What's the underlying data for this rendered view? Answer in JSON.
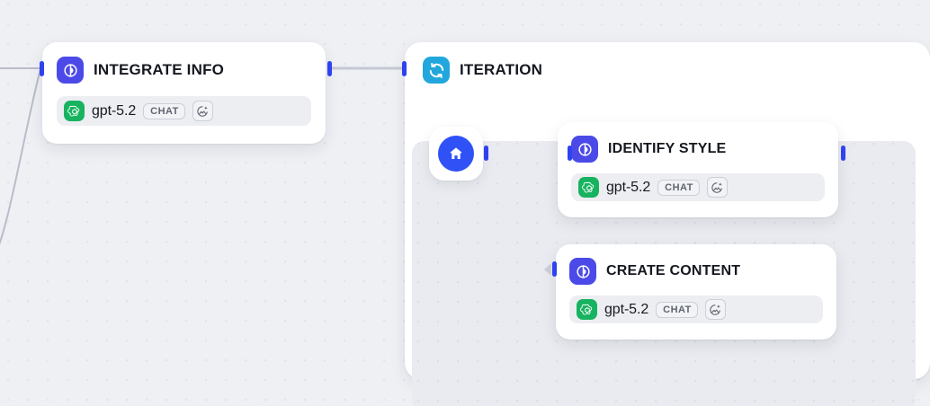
{
  "canvas": {
    "background_color": "#eef0f4",
    "dot_color": "#e2e4ea",
    "grid_size": 22
  },
  "colors": {
    "llm_node_icon": "#4b4ae8",
    "iteration_node_icon": "#22a7dd",
    "openai_logo_bg": "#18b360",
    "handle": "#2f42f0",
    "edge": "#b9bdc8",
    "start_node": "#2f51f5",
    "card_bg": "#ffffff",
    "model_row_bg": "#eceef2",
    "title_text": "#15181f"
  },
  "nodes": [
    {
      "id": "integrate-info",
      "title": "INTEGRATE INFO",
      "icon": "llm-node-icon",
      "model": {
        "logo": "openai-logo-icon",
        "name": "gpt-5.2",
        "badge": "CHAT",
        "vision_icon": "image-sparkle-icon"
      }
    },
    {
      "id": "iteration",
      "title": "ITERATION",
      "icon": "iteration-loop-icon"
    },
    {
      "id": "start",
      "title": "",
      "icon": "home-icon"
    },
    {
      "id": "identify-style",
      "title": "IDENTIFY STYLE",
      "icon": "llm-node-icon",
      "model": {
        "logo": "openai-logo-icon",
        "name": "gpt-5.2",
        "badge": "CHAT",
        "vision_icon": "image-sparkle-icon"
      }
    },
    {
      "id": "create-content",
      "title": "CREATE CONTENT",
      "icon": "llm-node-icon",
      "model": {
        "logo": "openai-logo-icon",
        "name": "gpt-5.2",
        "badge": "CHAT",
        "vision_icon": "image-sparkle-icon"
      }
    }
  ]
}
